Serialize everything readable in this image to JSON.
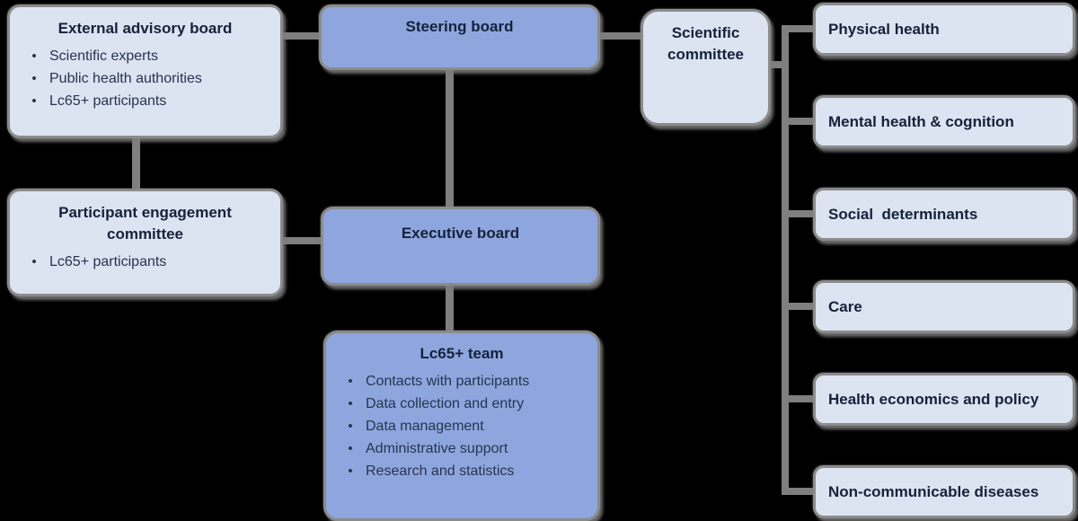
{
  "colors": {
    "background": "#000000",
    "blue_fill": "#8ea6dd",
    "light_fill": "#dce3f1",
    "border": "#8b8b8b",
    "connector": "#7f7f7f",
    "title_text": "#15223b",
    "body_text": "#27344f"
  },
  "boxes": {
    "external_advisory": {
      "title": "External advisory board",
      "bullets": [
        "Scientific experts",
        "Public health authorities",
        "Lc65+ participants"
      ]
    },
    "steering_board": {
      "title": "Steering board"
    },
    "scientific_committee": {
      "title": "Scientific committee"
    },
    "participant_engagement": {
      "title": "Participant engagement committee",
      "bullets": [
        "Lc65+ participants"
      ]
    },
    "executive_board": {
      "title": "Executive board"
    },
    "lc65_team": {
      "title": "Lc65+ team",
      "bullets": [
        "Contacts with participants",
        "Data collection and entry",
        "Data management",
        "Administrative support",
        "Research and statistics"
      ]
    }
  },
  "research_areas": [
    {
      "label": "Physical health"
    },
    {
      "label": "Mental health & cognition"
    },
    {
      "label": "Social  determinants"
    },
    {
      "label": "Care"
    },
    {
      "label": "Health economics and policy"
    },
    {
      "label": "Non-communicable diseases"
    }
  ],
  "bullet_glyph": "•"
}
